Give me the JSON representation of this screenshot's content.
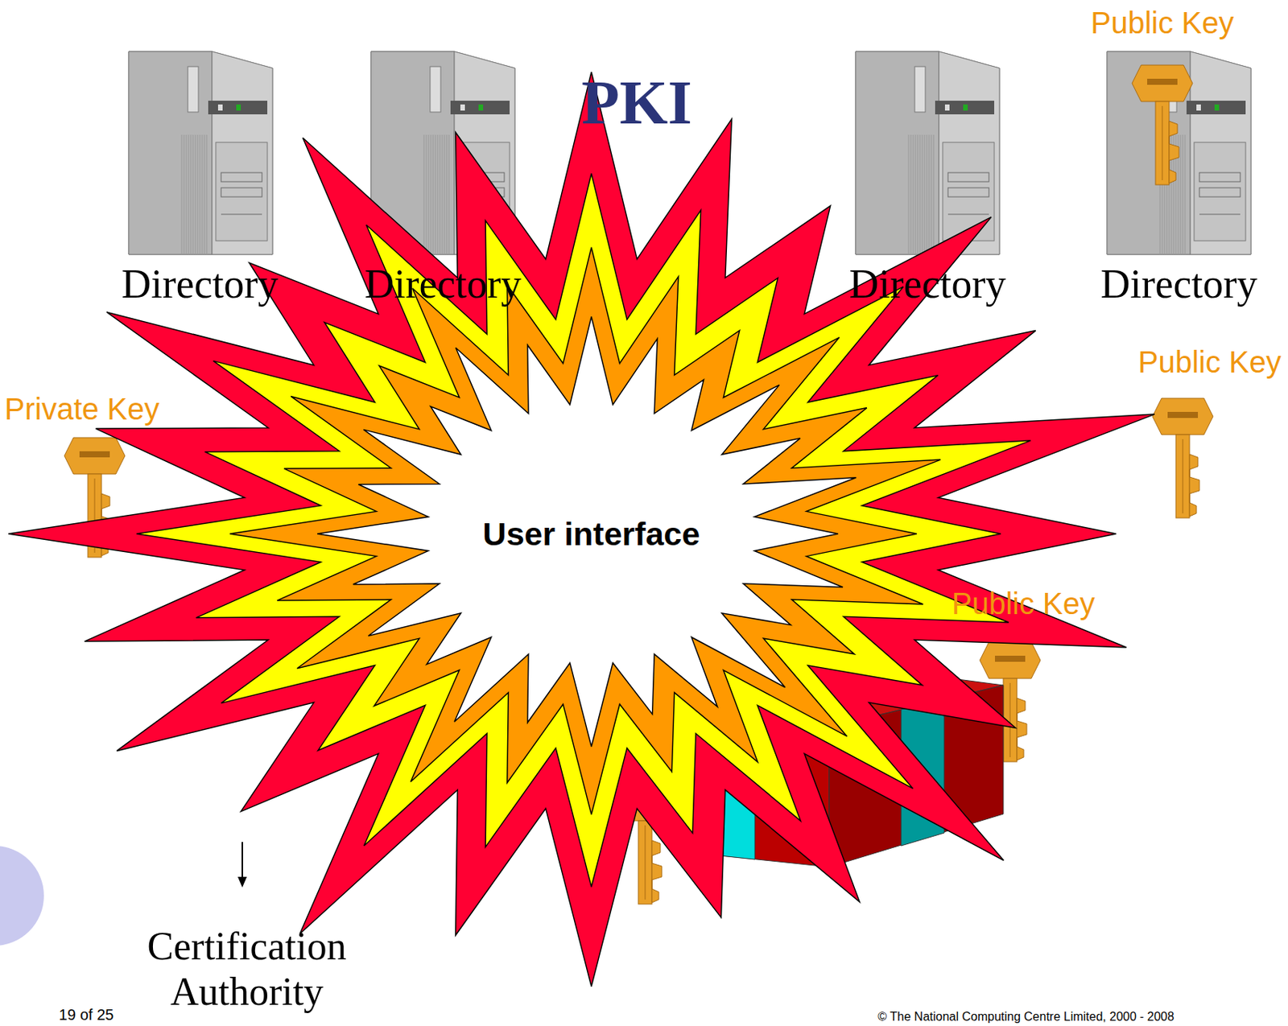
{
  "diagram": {
    "title": "PKI",
    "nodes": [
      {
        "text": [
          "User interface"
        ]
      }
    ],
    "labels": [
      "Public Key",
      "Directory",
      "Directory",
      "Directory",
      "Directory",
      "Private Key",
      "Public Key",
      "Public Key",
      "Certification Authority",
      "19 of 25",
      "© The National Computing Centre Limited, 2000 - 2008"
    ]
  }
}
